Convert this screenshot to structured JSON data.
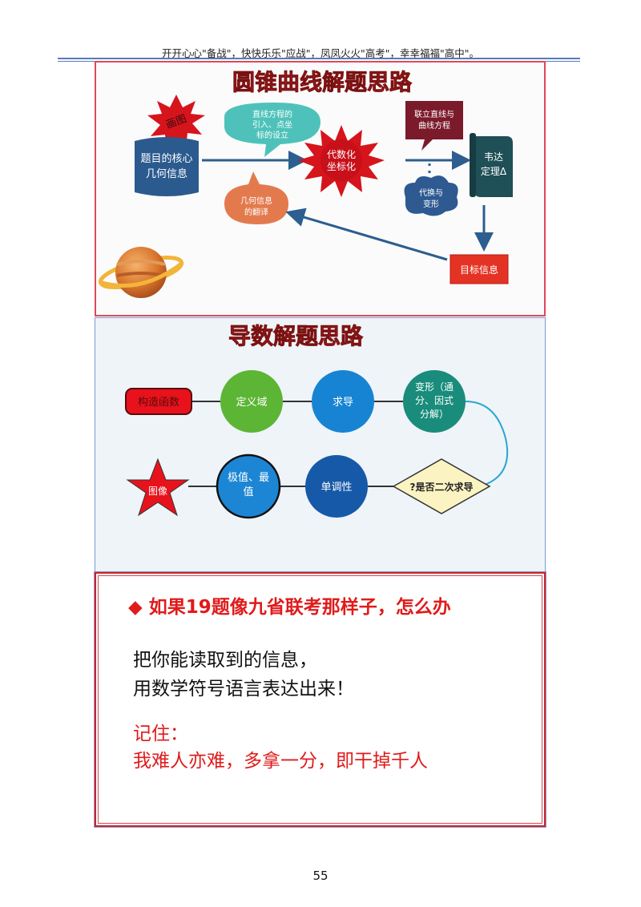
{
  "header": {
    "text": "开开心心\"备战\"，快快乐乐\"应战\"，凤凤火火\"高考\"，幸幸福福\"高中\"。"
  },
  "conic": {
    "title": "圆锥曲线解题思路",
    "draw_label": "画图",
    "core_info_line1": "题目的核心",
    "core_info_line2": "几何信息",
    "bubble_line1": "直线方程的",
    "bubble_line2": "引入、点坐",
    "bubble_line3": "标的设立",
    "algebra_line1": "代数化",
    "algebra_line2": "坐标化",
    "translate_line1": "几何信息",
    "translate_line2": "的翻译",
    "combine_line1": "联立直线与",
    "combine_line2": "曲线方程",
    "transform_line1": "代换与",
    "transform_line2": "变形",
    "vieta_line1": "韦达",
    "vieta_line2": "定理Δ",
    "target_info": "目标信息"
  },
  "derivative": {
    "title": "导数解题思路",
    "build_function": "构造函数",
    "domain": "定义域",
    "derive": "求导",
    "transform_line1": "变形（通",
    "transform_line2": "分、因式",
    "transform_line3": "分解）",
    "second_derivative": "?是否二次求导",
    "monotonic": "单调性",
    "extreme_line1": "极值、最",
    "extreme_line2": "值",
    "graph": "图像"
  },
  "advice": {
    "title": "如果19题像九省联考那样子，怎么办",
    "line1": "把你能读取到的信息，",
    "line2": "用数学符号语言表达出来！",
    "line3": "记住：",
    "line4": "我难人亦难，多拿一分，即干掉千人"
  },
  "page_number": "55"
}
